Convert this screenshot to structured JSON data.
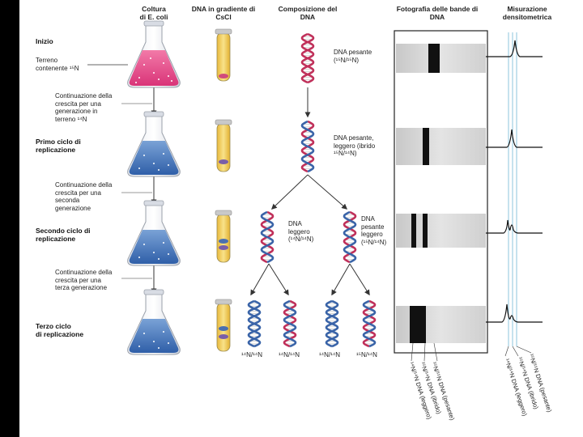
{
  "headers": {
    "coltura": [
      "Coltura",
      "di E. coli"
    ],
    "gradiente": [
      "DNA in gradiente di",
      "CsCl"
    ],
    "composizione": [
      "Composizione del",
      "DNA"
    ],
    "fotografia": [
      "Fotografia delle bande di",
      "DNA"
    ],
    "misurazione": [
      "Misurazione",
      "densitometrica"
    ]
  },
  "stages": {
    "inizio": [
      "Inizio"
    ],
    "primo": [
      "Primo ciclo di",
      "replicazione"
    ],
    "secondo": [
      "Secondo ciclo di",
      "replicazione"
    ],
    "terzo": [
      "Terzo ciclo",
      "di replicazione"
    ]
  },
  "terreno": [
    "Terreno",
    "contenente ¹⁵N"
  ],
  "notes": {
    "n1": [
      "Continuazione della",
      "crescita per una",
      "generazione in",
      "terreno ¹⁴N"
    ],
    "n2": [
      "Continuazione della",
      "crescita per una",
      "seconda",
      "generazione"
    ],
    "n3": [
      "Continuazione della",
      "crescita per una",
      "terza generazione"
    ]
  },
  "dna_labels": {
    "pesante": [
      "DNA pesante",
      "(¹⁵N/¹⁵N)"
    ],
    "ibrido": [
      "DNA pesante,",
      "leggero (ibrido",
      "¹⁵N/¹⁴N)"
    ],
    "leggero": [
      "DNA",
      "leggero",
      "(¹⁴N/¹⁴N)"
    ],
    "pesante_leggero": [
      "DNA",
      "pesante",
      "leggero",
      "(¹⁵N/¹⁴N)"
    ]
  },
  "bottom_labels": [
    "¹⁴N/¹⁴N",
    "¹⁴N/¹⁴N",
    "¹⁴N/¹⁴N",
    "¹⁵N/¹⁴N"
  ],
  "band_labels": [
    "¹⁵N/¹⁵N DNA (pesante)",
    "¹⁵N/¹⁴N DNA (ibrido)",
    "¹⁴N/¹⁴N DNA (leggero)"
  ],
  "colors": {
    "pink": "#e0407e",
    "blue": "#4a78b8",
    "helix_red": "#c0305a",
    "helix_blue": "#3a64a8",
    "tube_yellow": "#f2d060",
    "guide_line": "#8cc4dc"
  }
}
